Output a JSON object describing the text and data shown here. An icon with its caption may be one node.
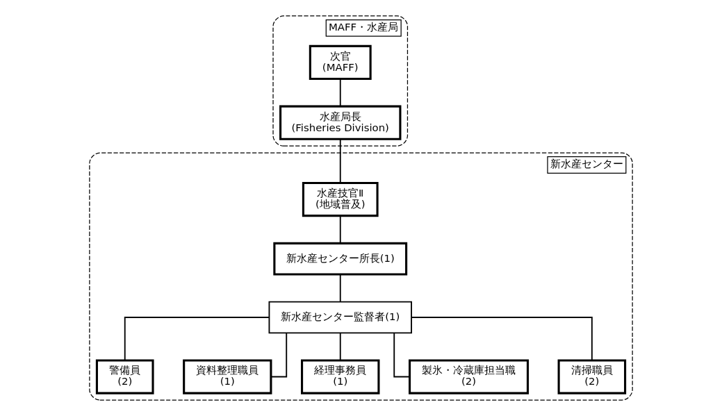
{
  "diagram": {
    "nodes": [
      {
        "text": [
          "MAFF・水産局"
        ]
      },
      {
        "text": [
          "次官",
          "(MAFF)"
        ],
        "in": 0
      },
      {
        "text": [
          "水産局長",
          "(Fisheries Division)"
        ],
        "in": 0
      },
      {
        "text": [
          "新水産センター"
        ]
      },
      {
        "text": [
          "水産技官Ⅱ",
          "(地域普及)"
        ],
        "in": 3
      },
      {
        "text": [
          "新水産センター所長(1)"
        ],
        "in": 3
      },
      {
        "text": [
          "新水産センター監督者(1)"
        ],
        "in": 3
      },
      {
        "text": [
          "警備員",
          "(2)"
        ],
        "in": 3
      },
      {
        "text": [
          "資料整理職員",
          "(1)"
        ],
        "in": 3
      },
      {
        "text": [
          "経理事務員",
          "(1)"
        ],
        "in": 3
      },
      {
        "text": [
          "製氷・冷蔵庫担当職",
          "(2)"
        ],
        "in": 3
      },
      {
        "text": [
          "清掃職員",
          "(2)"
        ],
        "in": 3
      }
    ],
    "edges": [
      {
        "from": 1,
        "to": 2,
        "arrow": "none"
      },
      {
        "from": 2,
        "to": 4,
        "arrow": "none"
      },
      {
        "from": 4,
        "to": 5,
        "arrow": "none"
      },
      {
        "from": 5,
        "to": 6,
        "arrow": "none"
      },
      {
        "from": 6,
        "to": 7,
        "arrow": "none"
      },
      {
        "from": 6,
        "to": 8,
        "arrow": "none"
      },
      {
        "from": 6,
        "to": 9,
        "arrow": "none"
      },
      {
        "from": 6,
        "to": 10,
        "arrow": "none"
      },
      {
        "from": 6,
        "to": 11,
        "arrow": "none"
      }
    ]
  }
}
